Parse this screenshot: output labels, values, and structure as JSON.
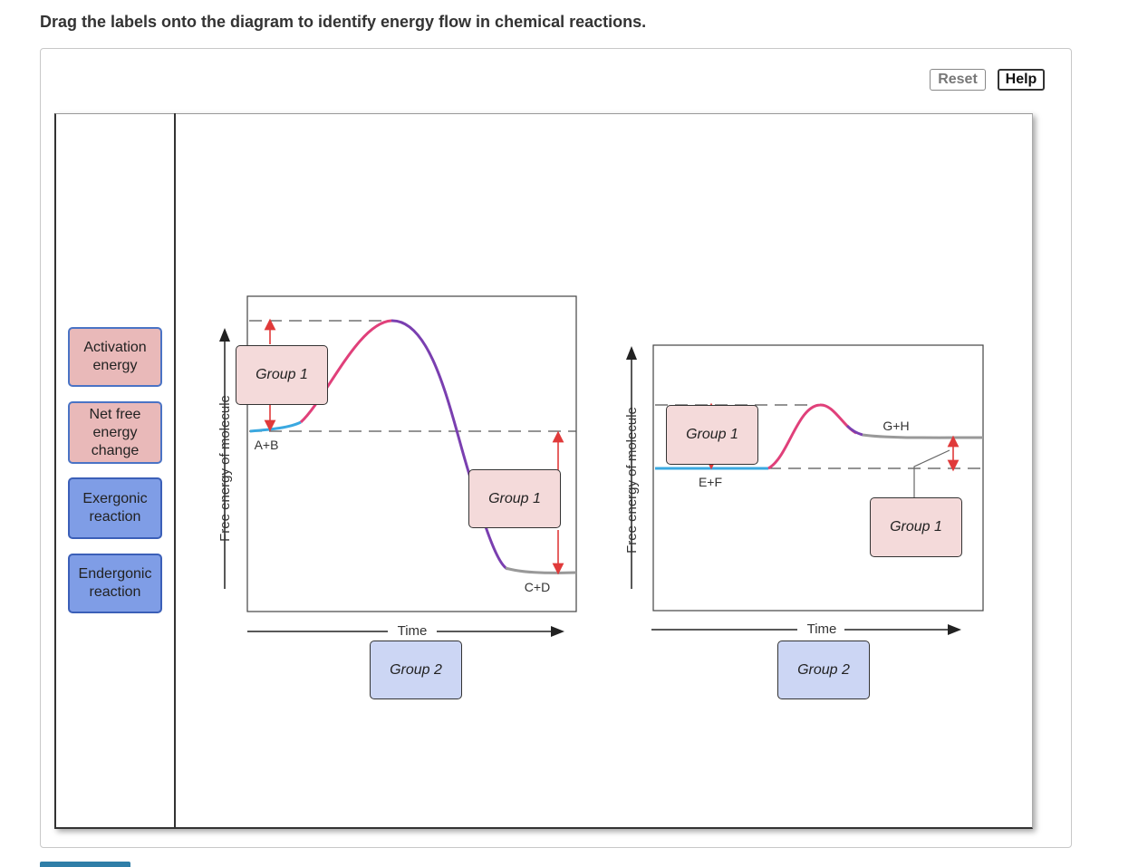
{
  "instructions": "Drag the labels onto the diagram to identify energy flow in chemical reactions.",
  "buttons": {
    "reset": "Reset",
    "help": "Help"
  },
  "labels": [
    {
      "text": "Activation energy",
      "color": "#e9b9b9"
    },
    {
      "text": "Net free energy change",
      "color": "#e9b9b9"
    },
    {
      "text": "Exergonic reaction",
      "color": "#7f9de6"
    },
    {
      "text": "Endergonic reaction",
      "color": "#7f9de6"
    }
  ],
  "drop_targets": {
    "group1": "Group 1",
    "group2": "Group 2"
  },
  "diagram_left": {
    "y_axis": "Free energy of molecule",
    "x_axis": "Time",
    "reactants": "A+B",
    "products": "C+D"
  },
  "diagram_right": {
    "y_axis": "Free energy of molecule",
    "x_axis": "Time",
    "reactants": "E+F",
    "products": "G+H"
  },
  "colors": {
    "activation_curve": "#e0407a",
    "descent_curve": "#7a3fb0",
    "baseline_blue": "#3aa8e0",
    "arrow_red": "#e03a3a",
    "product_gray": "#999999"
  }
}
